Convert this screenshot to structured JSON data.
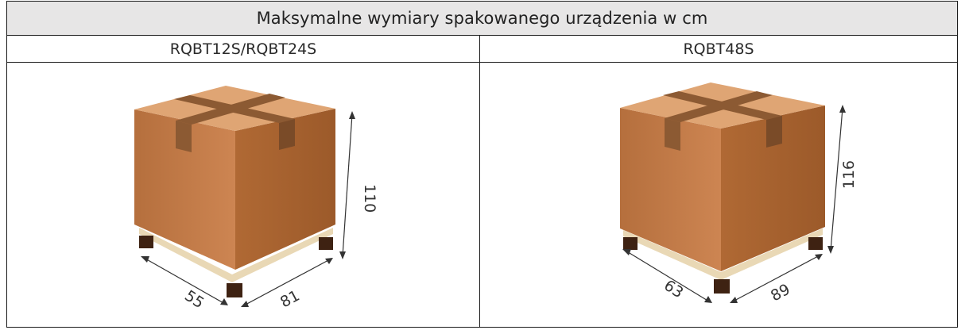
{
  "table": {
    "title": "Maksymalne wymiary spakowanego urządzenia w cm",
    "columns": [
      {
        "model": "RQBT12S/RQBT24S",
        "height": "110",
        "width": "55",
        "depth": "81"
      },
      {
        "model": "RQBT48S",
        "height": "116",
        "width": "63",
        "depth": "89"
      }
    ]
  },
  "colors": {
    "header_bg": "#e7e6e6",
    "box_front": "#c47b45",
    "box_side": "#a8602e",
    "box_top": "#e0a877",
    "tape": "#8b5a32"
  }
}
